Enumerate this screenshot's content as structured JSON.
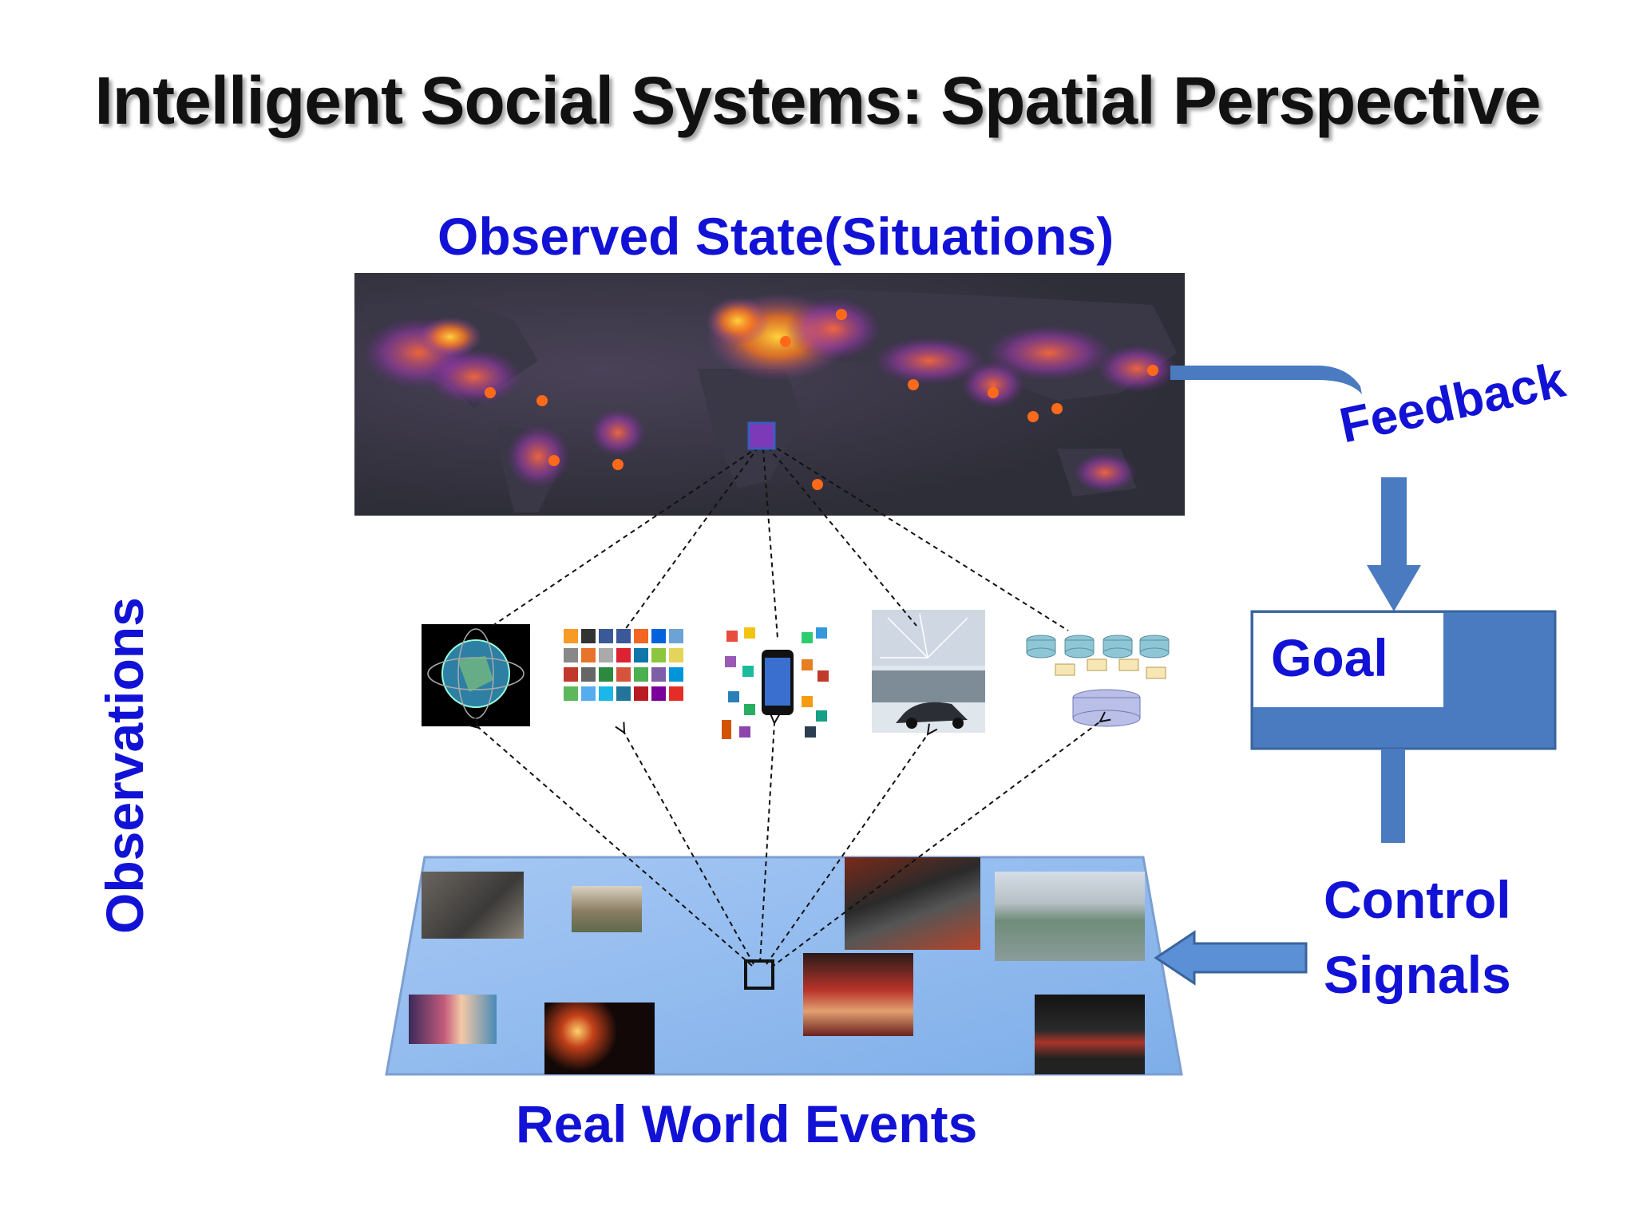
{
  "title": "Intelligent Social Systems: Spatial Perspective",
  "labels": {
    "observed_state": "Observed State(Situations)",
    "observations": "Observations",
    "real_world_events": "Real World Events",
    "feedback": "Feedback",
    "goal": "Goal",
    "control_line1": "Control",
    "control_line2": "Signals"
  },
  "colors": {
    "label_blue": "#1212d6",
    "arrow_blue": "#4a7bc0",
    "arrow_fill": "#5b8fd6",
    "platform_fill": "#8fb8f0",
    "map_heat": "#ffb020",
    "map_purple": "#8e3fb0"
  },
  "observation_sources": [
    "satellite-globe-image",
    "social-media-icons-image",
    "smartphone-apps-image",
    "sensor-network-image",
    "distributed-database-image"
  ],
  "event_photos": [
    "disaster-rubble-photo",
    "classroom-photo",
    "pipeline-workers-photo",
    "flooded-city-photo",
    "festival-crowd-photo",
    "celebration-crowd-photo",
    "fireworks-photo",
    "stage-performance-photo"
  ]
}
